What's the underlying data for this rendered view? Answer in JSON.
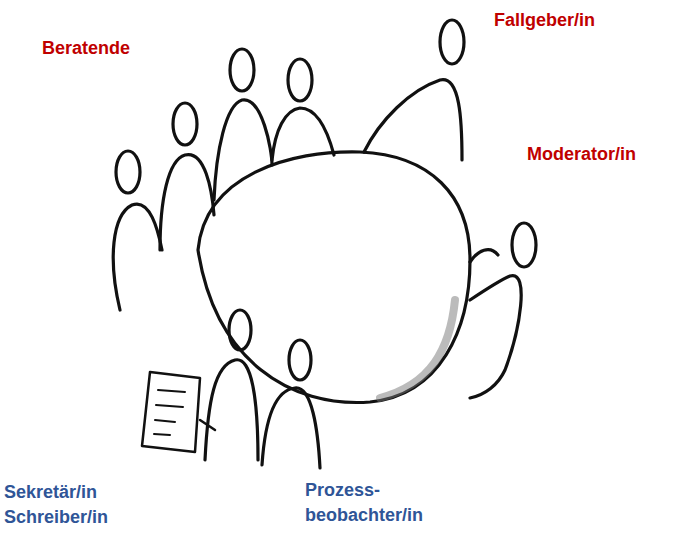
{
  "diagram": {
    "labels": [
      "Beratende",
      "Fallgeber/in",
      "Moderator/in",
      "Sekretär/in",
      "Schreiber/in",
      "Prozess- beobachter/in"
    ]
  }
}
